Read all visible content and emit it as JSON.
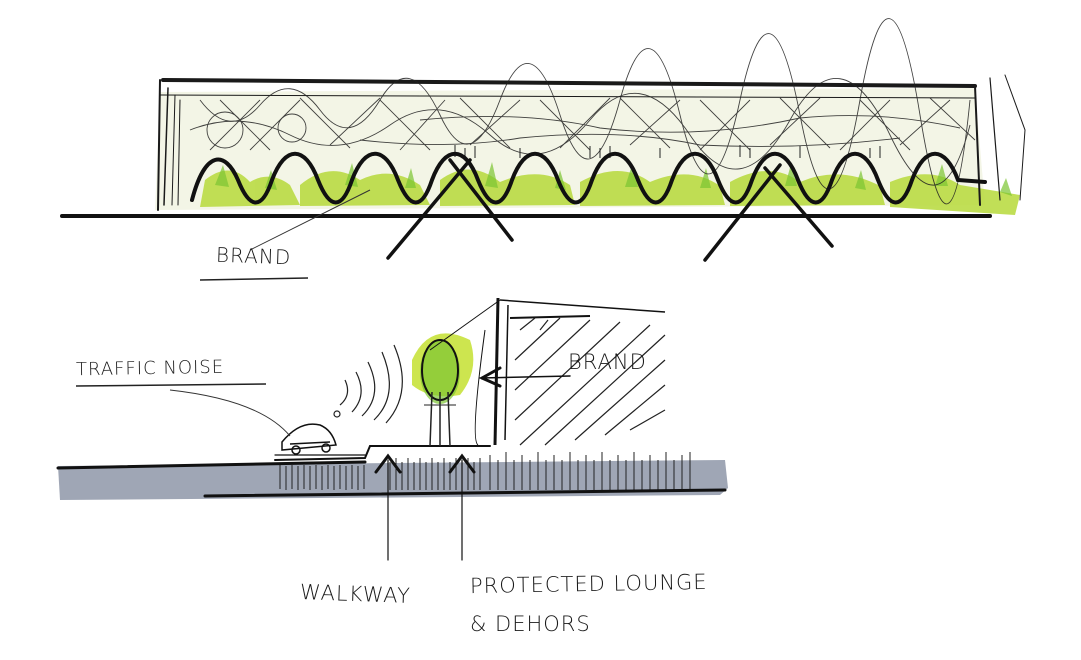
{
  "labels": {
    "brand_top": "BRAND",
    "brand_section": "BRAND",
    "traffic_noise": "TRAFFIC NOISE",
    "walkway": "WALKWAY",
    "protected_lounge": "PROTECTED LOUNGE",
    "dehors": "& DEHORS"
  },
  "colors": {
    "ink": "#1a1a1a",
    "green_marker": "#b6d93a",
    "green_dark": "#6fbf2e",
    "grey_wash": "#8e97a8"
  }
}
